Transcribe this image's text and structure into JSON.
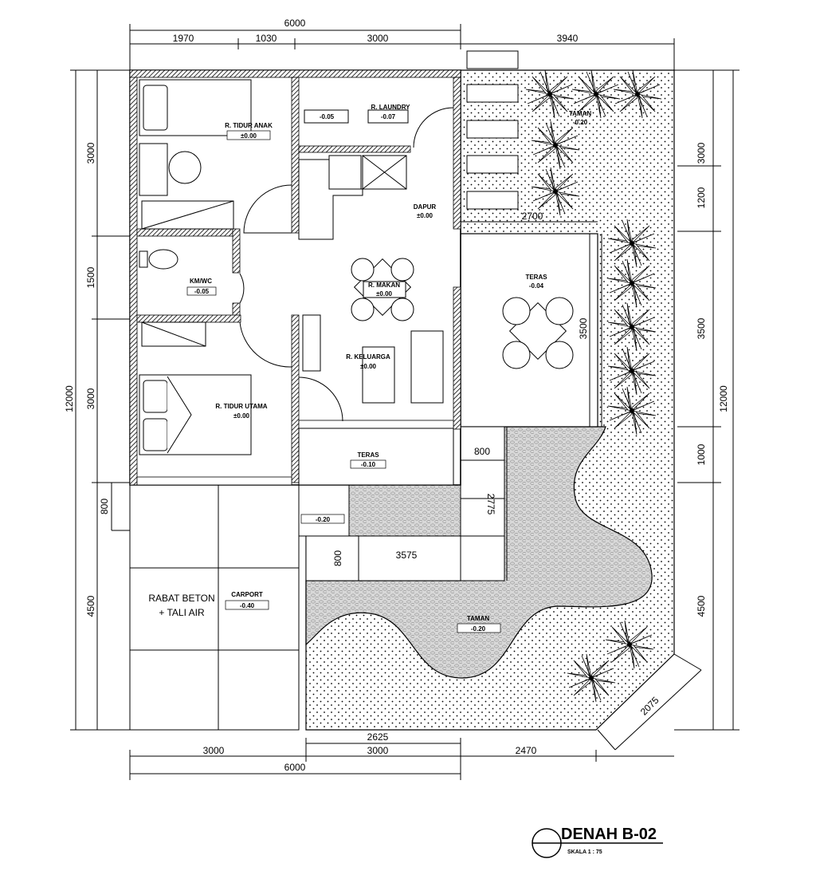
{
  "title": "DENAH B-02",
  "scale": "SKALA 1 : 75",
  "rooms": {
    "kt_anak": "R. TIDUR ANAK",
    "kt_anak_lvl": "±0.00",
    "laundry": "R. LAUNDRY",
    "laundry_lvl": "-0.07",
    "laundry_small_lvl": "-0.05",
    "taman_top": "TAMAN",
    "taman_top_lvl": "-0.20",
    "dapur": "DAPUR",
    "dapur_lvl": "±0.00",
    "makan": "R. MAKAN",
    "makan_lvl": "±0.00",
    "kmwc": "KM/WC",
    "kmwc_lvl": "-0.05",
    "teras_side": "TERAS",
    "teras_side_lvl": "-0.04",
    "keluarga": "R. KELUARGA",
    "keluarga_lvl": "±0.00",
    "kt_utama": "R. TIDUR UTAMA",
    "kt_utama_lvl": "±0.00",
    "teras_front": "TERAS",
    "teras_front_lvl": "-0.10",
    "drop_lvl": "-0.20",
    "rabat1": "RABAT BETON",
    "rabat2": "+ TALI AIR",
    "carport": "CARPORT",
    "carport_lvl": "-0.40",
    "taman_bottom": "TAMAN",
    "taman_bottom_lvl": "-0.20"
  },
  "dims": {
    "top_total": "6000",
    "top_a": "1970",
    "top_b": "1030",
    "top_c": "3000",
    "top_right": "3940",
    "left_1": "3000",
    "left_2": "1500",
    "left_3": "3000",
    "left_4": "800",
    "left_5": "4500",
    "left_total": "12000",
    "right_1": "3000",
    "right_2": "1200",
    "right_3": "3500",
    "right_4": "1000",
    "right_5": "4500",
    "right_total": "12000",
    "teras_w": "2700",
    "teras_h": "3500",
    "path_800": "800",
    "path_2775": "2775",
    "path_800b": "800",
    "path_3575": "3575",
    "diag": "2075",
    "bot_2625": "2625",
    "bot_a": "3000",
    "bot_b": "3000",
    "bot_c": "2470",
    "bot_total": "6000"
  }
}
